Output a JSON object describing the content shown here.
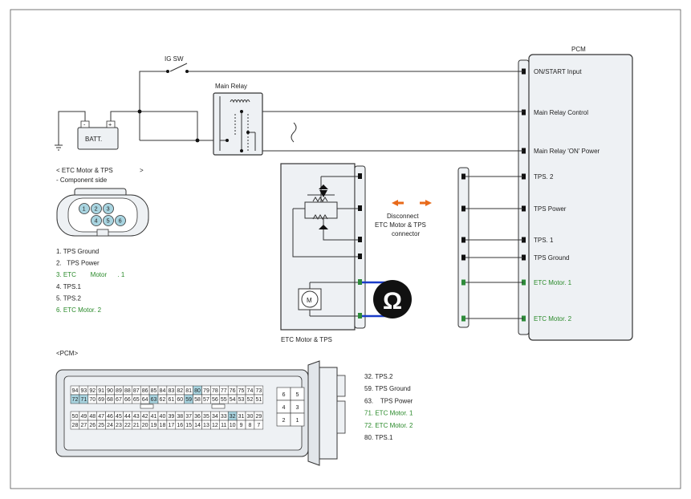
{
  "labels": {
    "pcm_title": "PCM",
    "ig_sw": "IG SW",
    "main_relay": "Main Relay",
    "batt": "BATT.",
    "batt_minus": "-",
    "batt_plus": "+",
    "etc_header": "< ETC Motor & TPS",
    "etc_header_arrow": ">",
    "component_side": "- Component side",
    "etc_box_caption": "ETC Motor & TPS",
    "motor_symbol": "M",
    "disconnect_1": "Disconnect",
    "disconnect_2": "ETC Motor & TPS",
    "disconnect_3": "connector",
    "pcm_connector_header": "<PCM>",
    "ohm_symbol": "Ω"
  },
  "pcm_terminals": [
    {
      "label": "ON/START Input",
      "color": "#222222"
    },
    {
      "label": "Main Relay Control",
      "color": "#222222"
    },
    {
      "label": "Main Relay 'ON' Power",
      "color": "#222222"
    },
    {
      "label": "TPS. 2",
      "color": "#222222"
    },
    {
      "label": "TPS Power",
      "color": "#222222"
    },
    {
      "label": "TPS. 1",
      "color": "#222222"
    },
    {
      "label": "TPS Ground",
      "color": "#222222"
    },
    {
      "label": "ETC Motor. 1",
      "color": "#2a8a2a"
    },
    {
      "label": "ETC Motor. 2",
      "color": "#2a8a2a"
    }
  ],
  "etc_pin_list": [
    {
      "text": "1. TPS Ground",
      "color": "#222222"
    },
    {
      "text": "2.   TPS Power",
      "color": "#222222"
    },
    {
      "text": "3. ETC        Motor      . 1",
      "color": "#2a8a2a"
    },
    {
      "text": "4. TPS.1",
      "color": "#222222"
    },
    {
      "text": "5. TPS.2",
      "color": "#222222"
    },
    {
      "text": "6. ETC Motor. 2",
      "color": "#2a8a2a"
    }
  ],
  "etc_connector_pins": [
    "1",
    "2",
    "3",
    "4",
    "5",
    "6"
  ],
  "pcm_pin_list": [
    {
      "text": "32. TPS.2",
      "color": "#222222"
    },
    {
      "text": "59. TPS Ground",
      "color": "#222222"
    },
    {
      "text": "63.    TPS Power",
      "color": "#222222"
    },
    {
      "text": "71. ETC Motor. 1",
      "color": "#2a8a2a"
    },
    {
      "text": "72. ETC Motor. 2",
      "color": "#2a8a2a"
    },
    {
      "text": "80. TPS.1",
      "color": "#222222"
    }
  ],
  "pcm_connector_rows": [
    [
      "94",
      "93",
      "92",
      "91",
      "90",
      "89",
      "88",
      "87",
      "86",
      "85",
      "84",
      "83",
      "82",
      "81",
      "80",
      "79",
      "78",
      "77",
      "76",
      "75",
      "74",
      "73"
    ],
    [
      "72",
      "71",
      "70",
      "69",
      "68",
      "67",
      "66",
      "65",
      "64",
      "63",
      "62",
      "61",
      "60",
      "59",
      "58",
      "57",
      "56",
      "55",
      "54",
      "53",
      "52",
      "51"
    ],
    [
      "50",
      "49",
      "48",
      "47",
      "46",
      "45",
      "44",
      "43",
      "42",
      "41",
      "40",
      "39",
      "38",
      "37",
      "36",
      "35",
      "34",
      "33",
      "32",
      "31",
      "30",
      "29"
    ],
    [
      "28",
      "27",
      "26",
      "25",
      "24",
      "23",
      "22",
      "21",
      "20",
      "19",
      "18",
      "17",
      "16",
      "15",
      "14",
      "13",
      "12",
      "11",
      "10",
      "9",
      "8",
      "7"
    ]
  ],
  "pcm_highlight_pins": [
    "80",
    "72",
    "71",
    "63",
    "59",
    "32"
  ],
  "pcm_small_block": [
    [
      "6",
      "5"
    ],
    [
      "4",
      "3"
    ],
    [
      "2",
      "1"
    ]
  ],
  "colors": {
    "line": "#333333",
    "pcm_fill": "#eef1f4",
    "connector_fill": "#e2e6ea",
    "pin_highlight": "#a8d4e0",
    "green_pin": "#2e8b3a",
    "meter_wire": "#1a3cc8",
    "arrow": "#e86a1a",
    "meter_fill": "#111111"
  }
}
